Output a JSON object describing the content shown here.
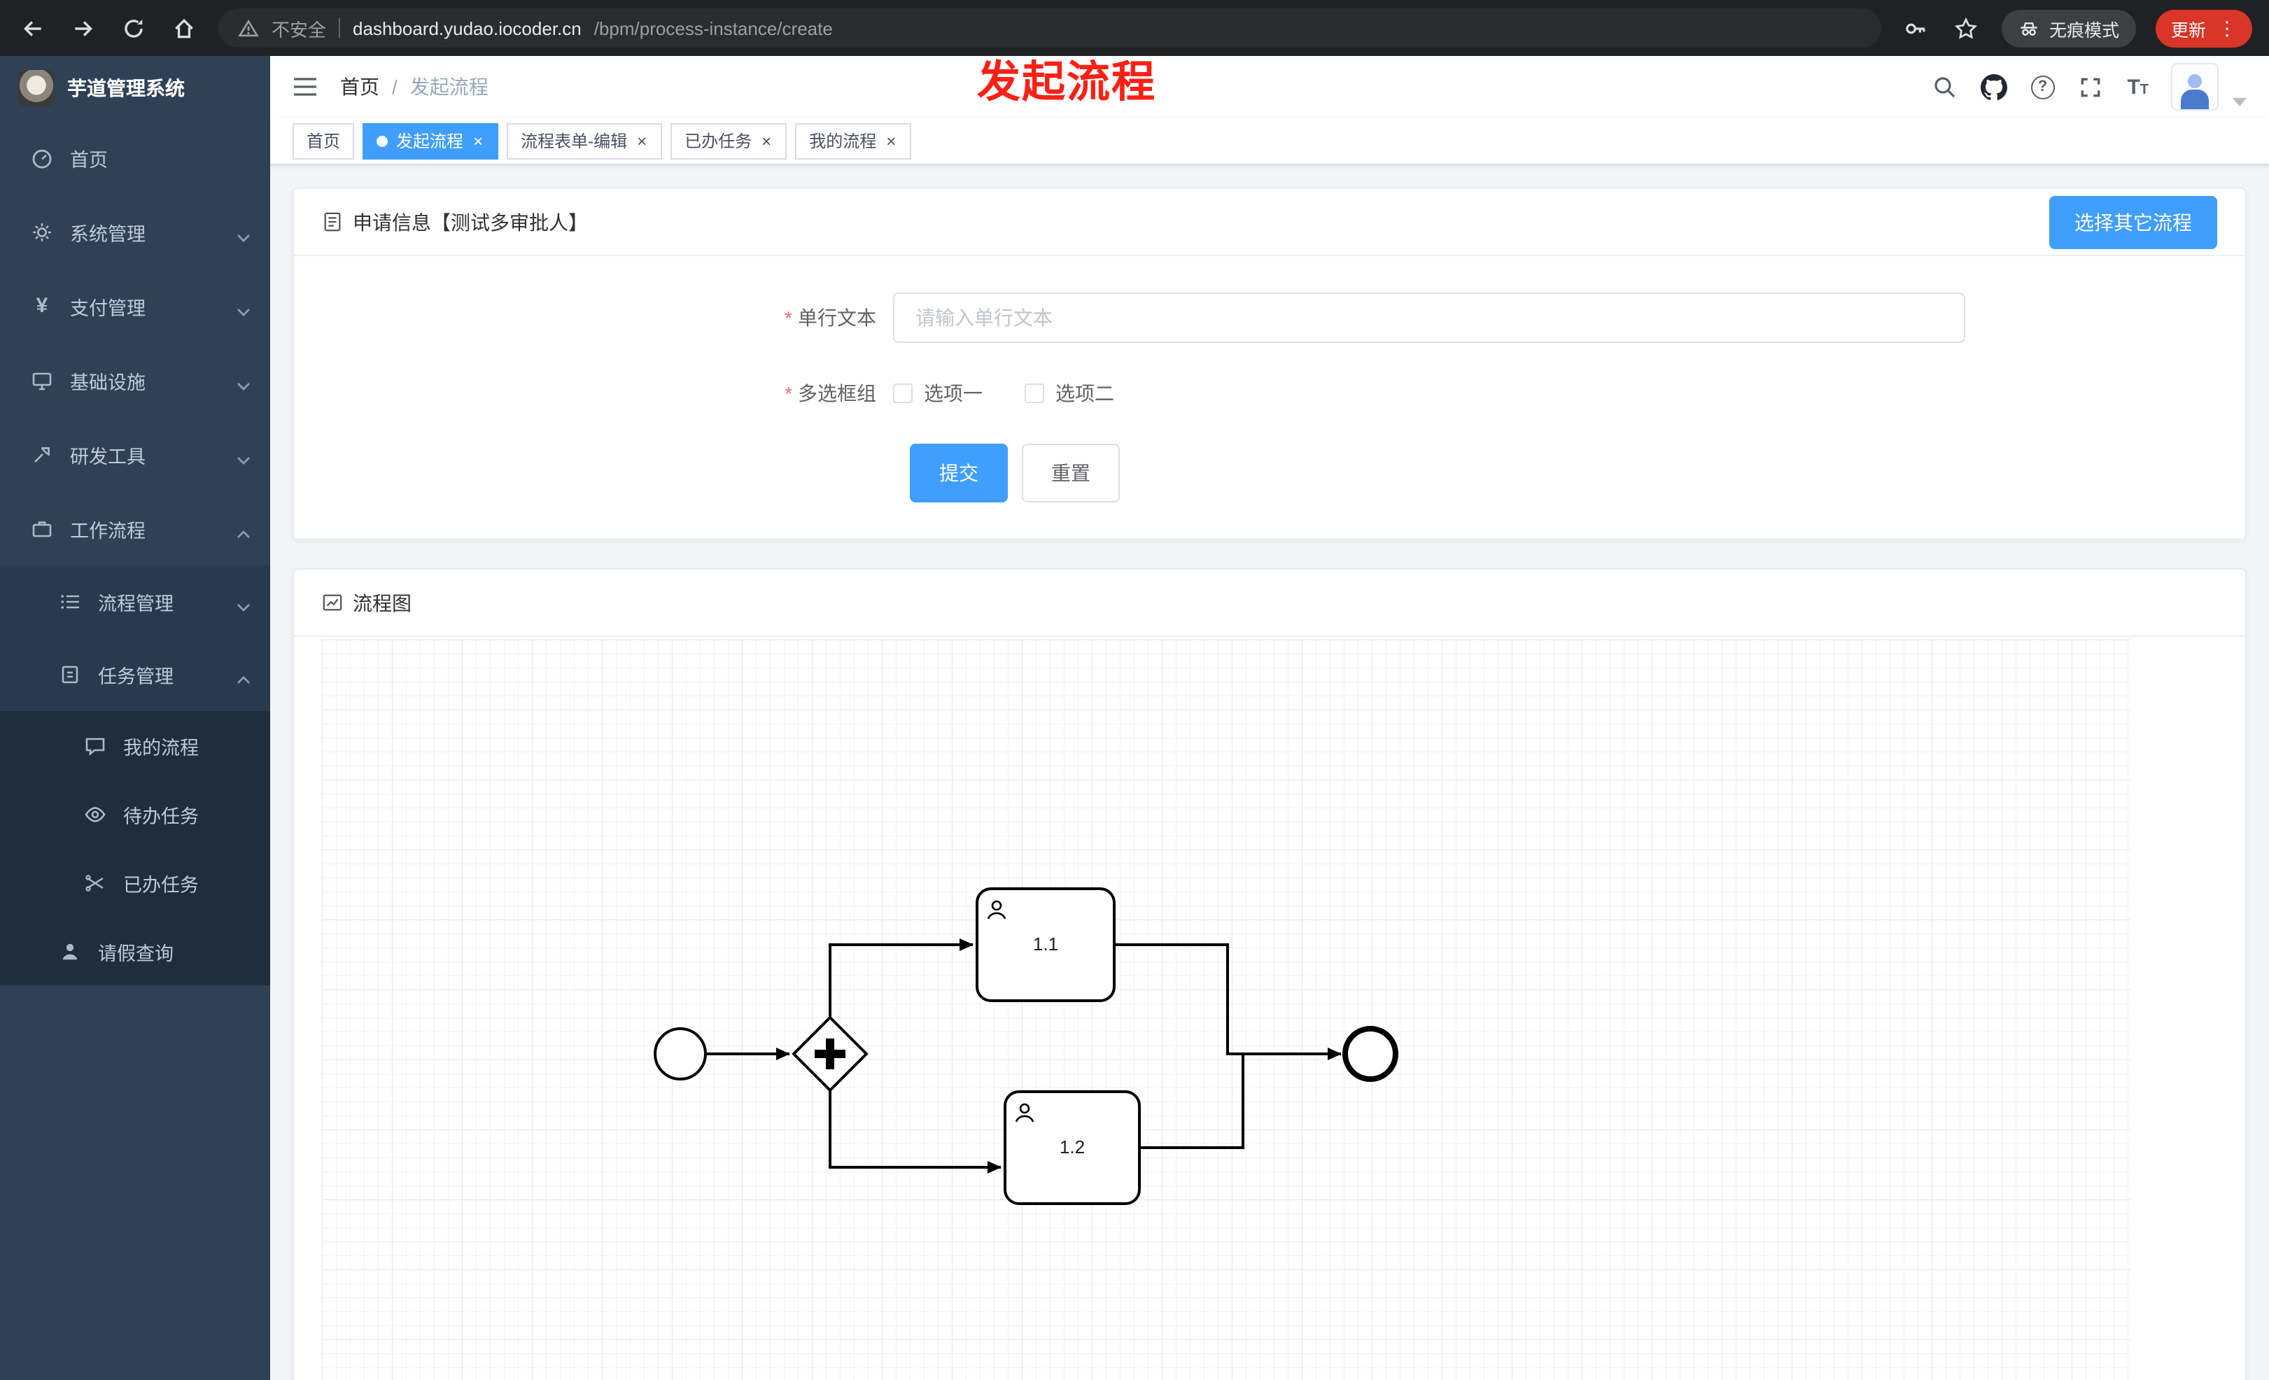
{
  "chrome": {
    "security": "不安全",
    "url_host": "dashboard.yudao.iocoder.cn",
    "url_path": "/bpm/process-instance/create",
    "incognito": "无痕模式",
    "update": "更新"
  },
  "sidebar": {
    "app_title": "芋道管理系统",
    "items": [
      {
        "label": "首页"
      },
      {
        "label": "系统管理"
      },
      {
        "label": "支付管理"
      },
      {
        "label": "基础设施"
      },
      {
        "label": "研发工具"
      },
      {
        "label": "工作流程"
      },
      {
        "label": "流程管理"
      },
      {
        "label": "任务管理"
      },
      {
        "label": "我的流程"
      },
      {
        "label": "待办任务"
      },
      {
        "label": "已办任务"
      },
      {
        "label": "请假查询"
      }
    ]
  },
  "navbar": {
    "breadcrumb_home": "首页",
    "breadcrumb_sep": "/",
    "breadcrumb_current": "发起流程"
  },
  "tabs": {
    "items": [
      {
        "label": "首页",
        "active": false,
        "closable": false
      },
      {
        "label": "发起流程",
        "active": true,
        "closable": true
      },
      {
        "label": "流程表单-编辑",
        "active": false,
        "closable": true
      },
      {
        "label": "已办任务",
        "active": false,
        "closable": true
      },
      {
        "label": "我的流程",
        "active": false,
        "closable": true
      }
    ]
  },
  "annotation": {
    "text": "发起流程"
  },
  "form_card": {
    "title": "申请信息【测试多审批人】",
    "select_other": "选择其它流程",
    "required_mark": "*",
    "text_field": {
      "label": "单行文本",
      "placeholder": "请输入单行文本",
      "value": ""
    },
    "checkbox_field": {
      "label": "多选框组",
      "options": [
        {
          "label": "选项一",
          "checked": false
        },
        {
          "label": "选项二",
          "checked": false
        }
      ]
    },
    "submit": "提交",
    "reset": "重置"
  },
  "diagram_card": {
    "title": "流程图",
    "nodes": [
      {
        "type": "startEvent"
      },
      {
        "type": "parallelGateway"
      },
      {
        "type": "userTask",
        "label": "1.1"
      },
      {
        "type": "userTask",
        "label": "1.2"
      },
      {
        "type": "endEvent"
      }
    ]
  },
  "icons": {
    "close": "×",
    "help": "?",
    "text_size_big": "T",
    "text_size_small": "T"
  },
  "colors": {
    "primary": "#409eff",
    "annotation_red": "#fb2015",
    "sidebar_bg": "#304156",
    "update_red": "#d93528"
  }
}
